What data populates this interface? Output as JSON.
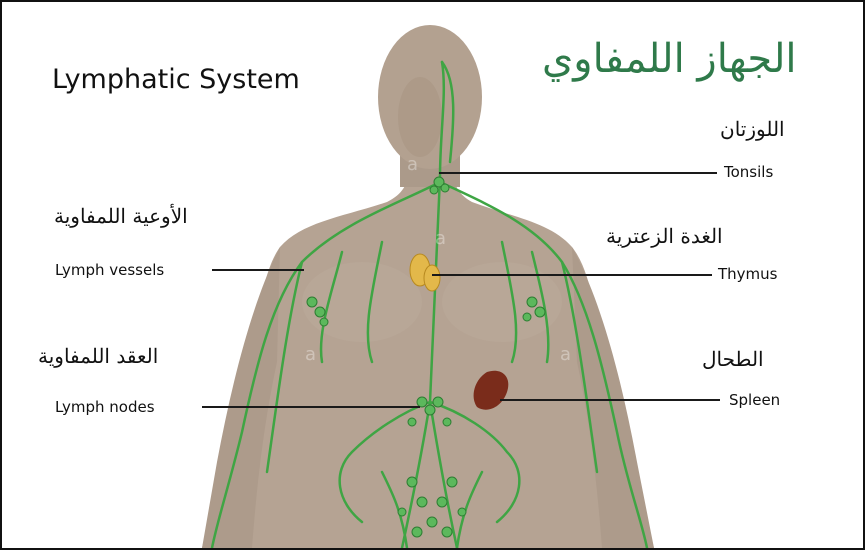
{
  "title": {
    "english": "Lymphatic System",
    "arabic": "الجهاز اللمفاوي"
  },
  "labels": {
    "tonsils": {
      "arabic": "اللوزتان",
      "english": "Tonsils"
    },
    "thymus": {
      "arabic": "الغدة الزعترية",
      "english": "Thymus"
    },
    "spleen": {
      "arabic": "الطحال",
      "english": "Spleen"
    },
    "lymph_vessels": {
      "arabic": "الأوعية اللمفاوية",
      "english": "Lymph vessels"
    },
    "lymph_nodes": {
      "arabic": "العقد اللمفاوية",
      "english": "Lymph nodes"
    }
  },
  "watermark": "a",
  "colors": {
    "skin": "#b5a393",
    "vessel": "#3fa544",
    "thymus": "#e3b84a",
    "spleen": "#7a2c1b",
    "title_ar": "#2f7a4a",
    "leader": "#1a1a1a"
  }
}
